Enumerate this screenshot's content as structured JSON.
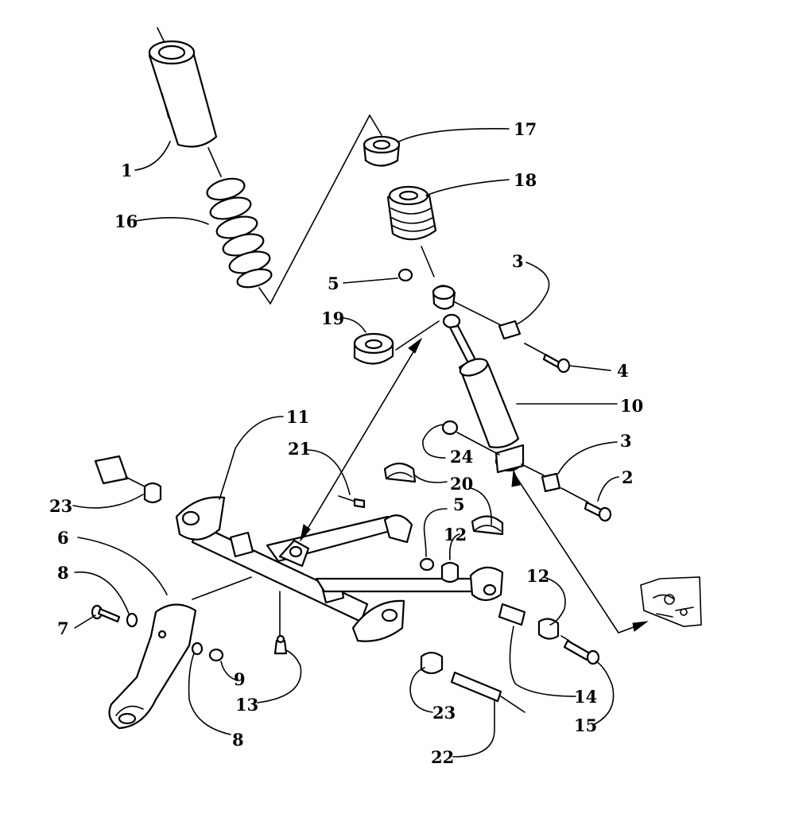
{
  "callouts": [
    {
      "id": "c1",
      "text": "1"
    },
    {
      "id": "c16",
      "text": "16"
    },
    {
      "id": "c17",
      "text": "17"
    },
    {
      "id": "c18",
      "text": "18"
    },
    {
      "id": "c3a",
      "text": "3"
    },
    {
      "id": "c5a",
      "text": "5"
    },
    {
      "id": "c19",
      "text": "19"
    },
    {
      "id": "c4",
      "text": "4"
    },
    {
      "id": "c10",
      "text": "10"
    },
    {
      "id": "c11",
      "text": "11"
    },
    {
      "id": "c21",
      "text": "21"
    },
    {
      "id": "c3b",
      "text": "3"
    },
    {
      "id": "c24",
      "text": "24"
    },
    {
      "id": "c2",
      "text": "2"
    },
    {
      "id": "c20",
      "text": "20"
    },
    {
      "id": "c5b",
      "text": "5"
    },
    {
      "id": "c12a",
      "text": "12"
    },
    {
      "id": "c23a",
      "text": "23"
    },
    {
      "id": "c6",
      "text": "6"
    },
    {
      "id": "c8a",
      "text": "8"
    },
    {
      "id": "c12b",
      "text": "12"
    },
    {
      "id": "c7",
      "text": "7"
    },
    {
      "id": "c9",
      "text": "9"
    },
    {
      "id": "c13",
      "text": "13"
    },
    {
      "id": "c14",
      "text": "14"
    },
    {
      "id": "c23b",
      "text": "23"
    },
    {
      "id": "c15",
      "text": "15"
    },
    {
      "id": "c8b",
      "text": "8"
    },
    {
      "id": "c22",
      "text": "22"
    }
  ]
}
